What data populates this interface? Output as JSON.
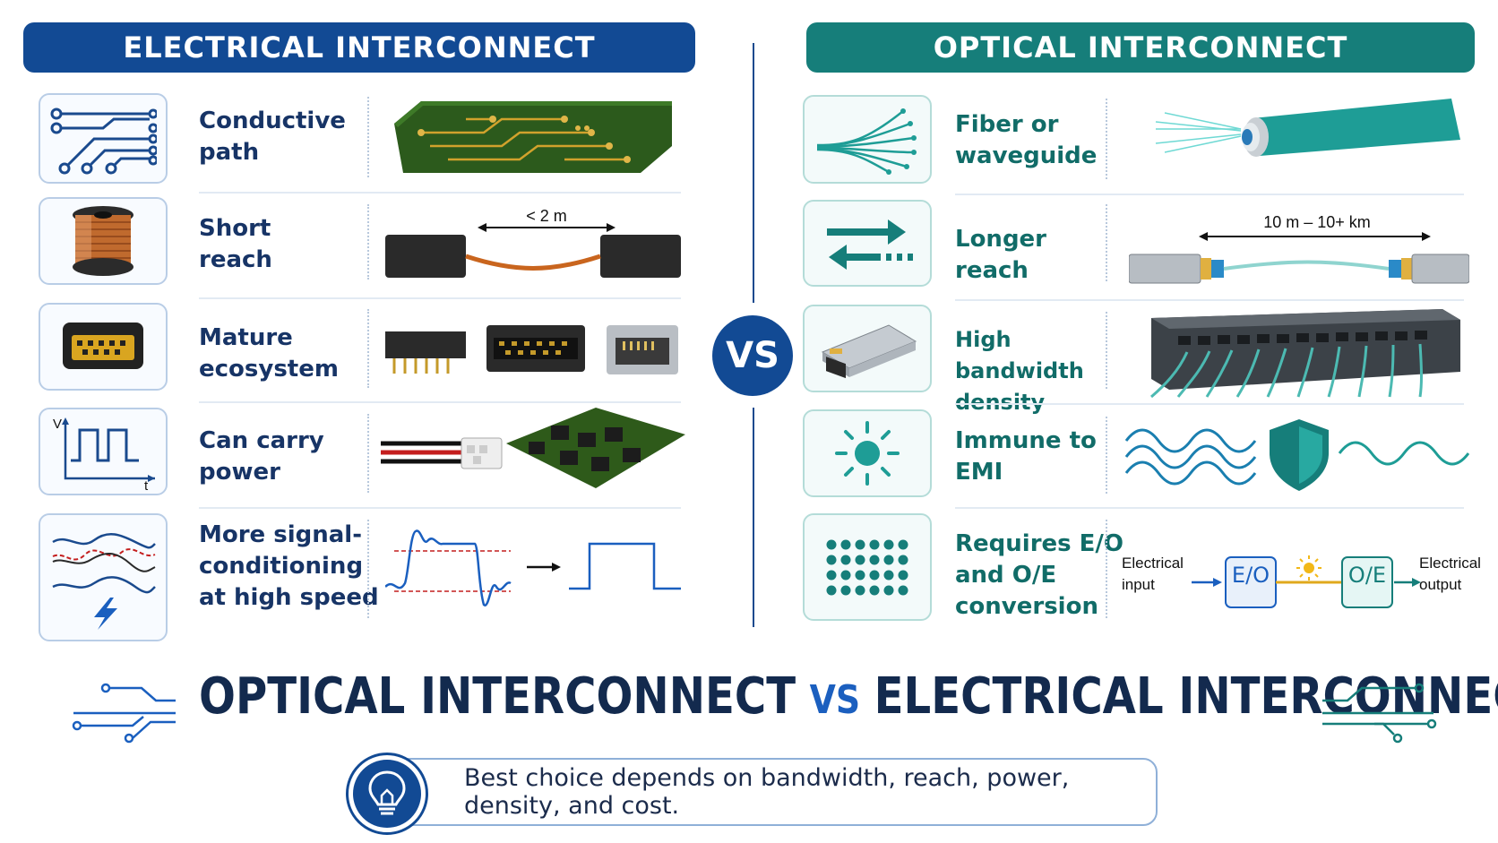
{
  "left_header": "ELECTRICAL INTERCONNECT",
  "right_header": "OPTICAL INTERCONNECT",
  "vs_badge": "VS",
  "electrical_rows": [
    {
      "label": "Conductive\npath",
      "icon": "circuit-traces-icon"
    },
    {
      "label": "Short\nreach",
      "icon": "copper-spool-icon",
      "distance": "< 2 m"
    },
    {
      "label": "Mature\necosystem",
      "icon": "connector-icon"
    },
    {
      "label": "Can carry\npower",
      "icon": "square-wave-icon",
      "axis_v": "V",
      "axis_t": "t"
    },
    {
      "label": "More signal-\nconditioning\nat high speed",
      "icon": "noisy-signal-icon"
    }
  ],
  "optical_rows": [
    {
      "label": "Fiber or\nwaveguide",
      "icon": "fiber-strands-icon"
    },
    {
      "label": "Longer\nreach",
      "icon": "bidirectional-arrows-icon",
      "distance": "10 m – 10+ km"
    },
    {
      "label": "High bandwidth\ndensity",
      "icon": "transceiver-module-icon"
    },
    {
      "label": "Immune to\nEMI",
      "icon": "sun-icon"
    },
    {
      "label": "Requires E/O\nand O/E\nconversion",
      "icon": "dot-grid-icon",
      "conversion": {
        "input": "Electrical\ninput",
        "eo": "E/O",
        "oe": "O/E",
        "output": "Electrical\noutput"
      }
    }
  ],
  "title": {
    "left": "OPTICAL INTERCONNECT",
    "vs": "VS",
    "right": "ELECTRICAL INTERCONNECT"
  },
  "footer": "Best choice depends on bandwidth, reach, power, density, and cost.",
  "colors": {
    "electrical": "#124a94",
    "optical": "#167e7a",
    "title": "#132a4e"
  }
}
